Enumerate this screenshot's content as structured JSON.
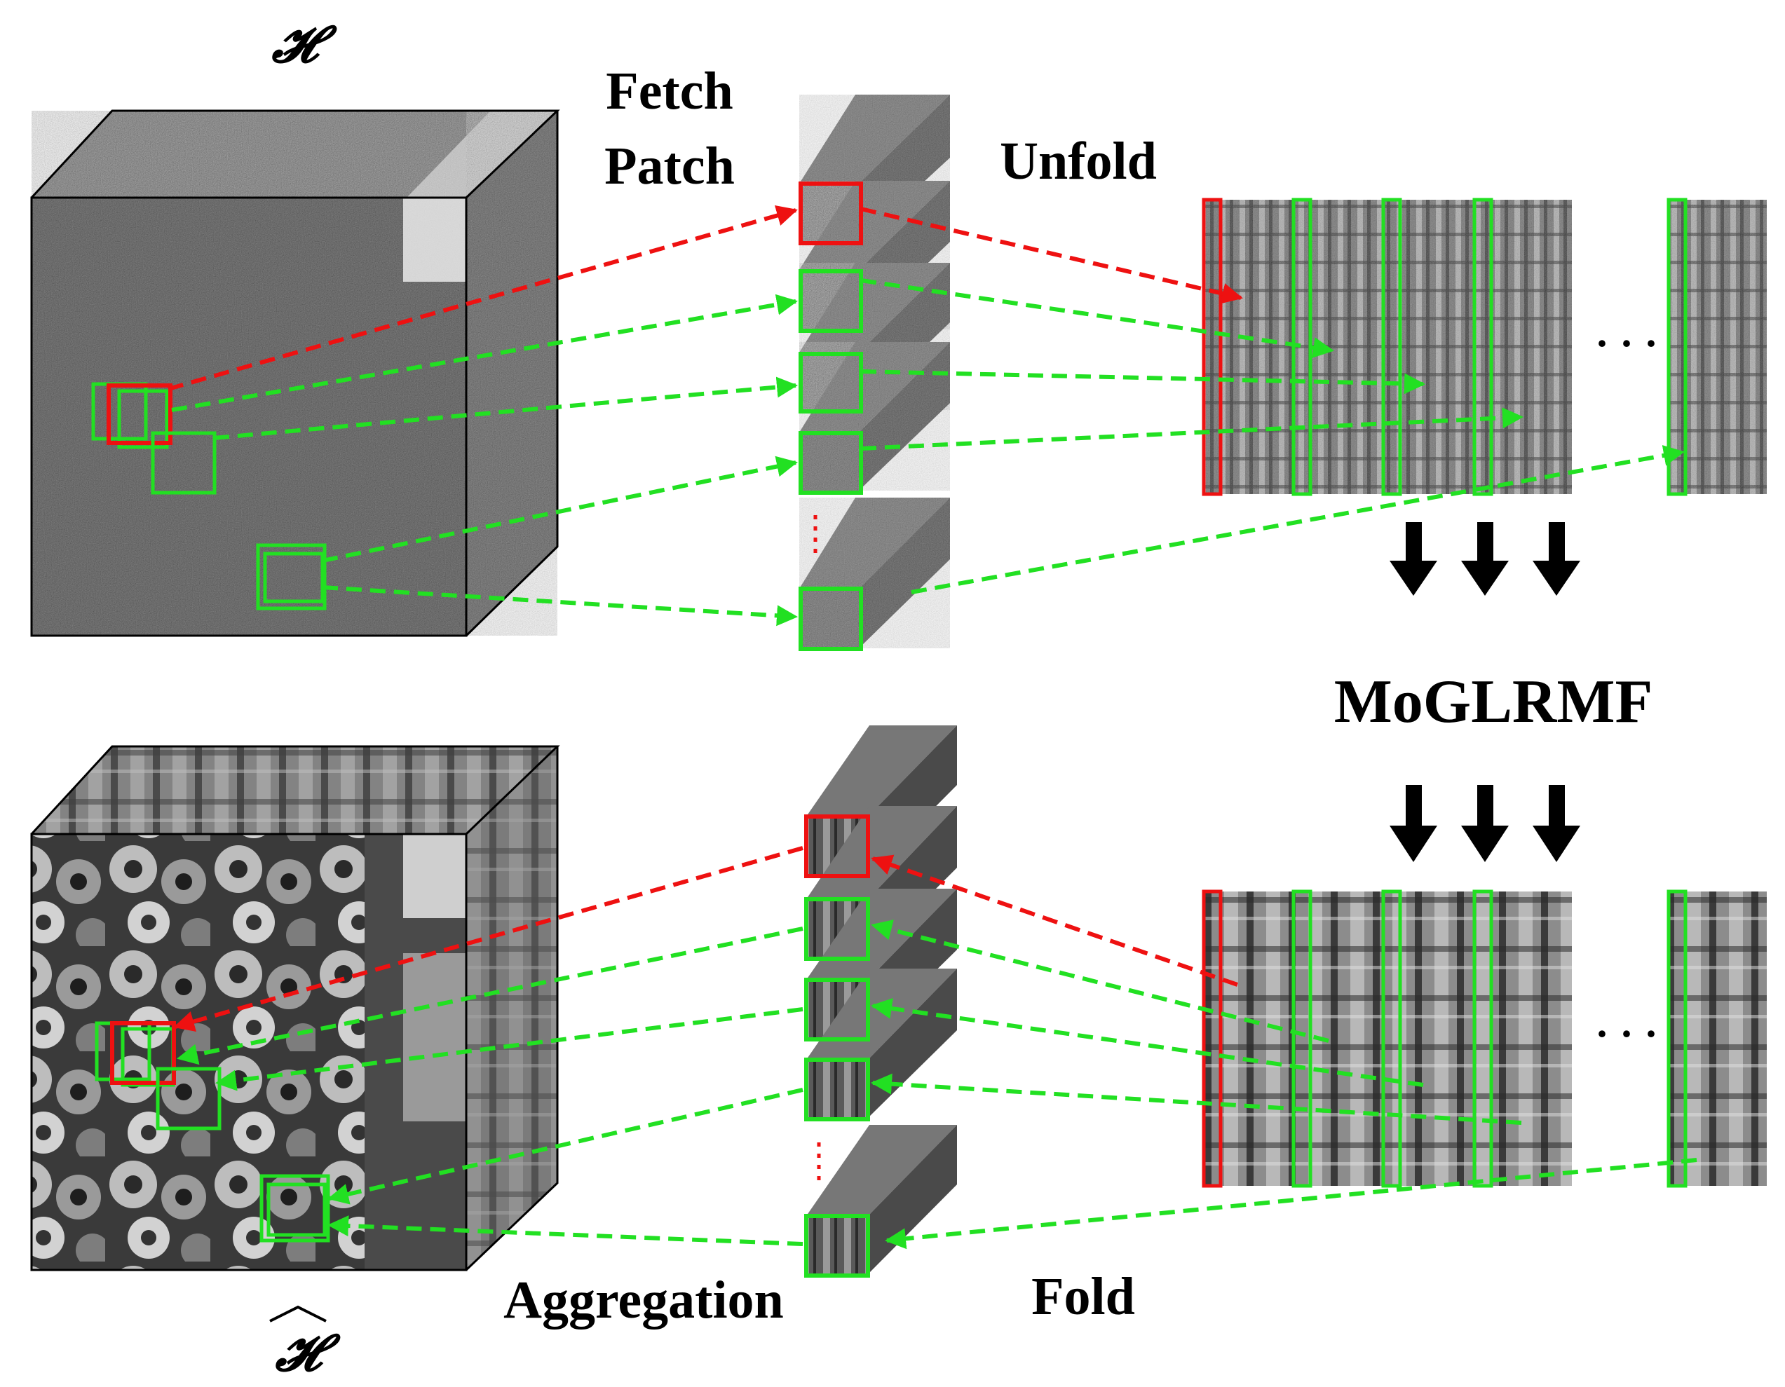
{
  "labels": {
    "input_symbol": "𝓗",
    "output_symbol": "𝓗",
    "fetch_line1": "Fetch",
    "fetch_line2": "Patch",
    "unfold": "Unfold",
    "method": "MoGLRMF",
    "aggregation": "Aggregation",
    "fold": "Fold",
    "ellipsis": "· · ·"
  },
  "colors": {
    "selected_patch": "#ee1111",
    "similar_patch": "#22e022",
    "arrow": "#000000"
  }
}
